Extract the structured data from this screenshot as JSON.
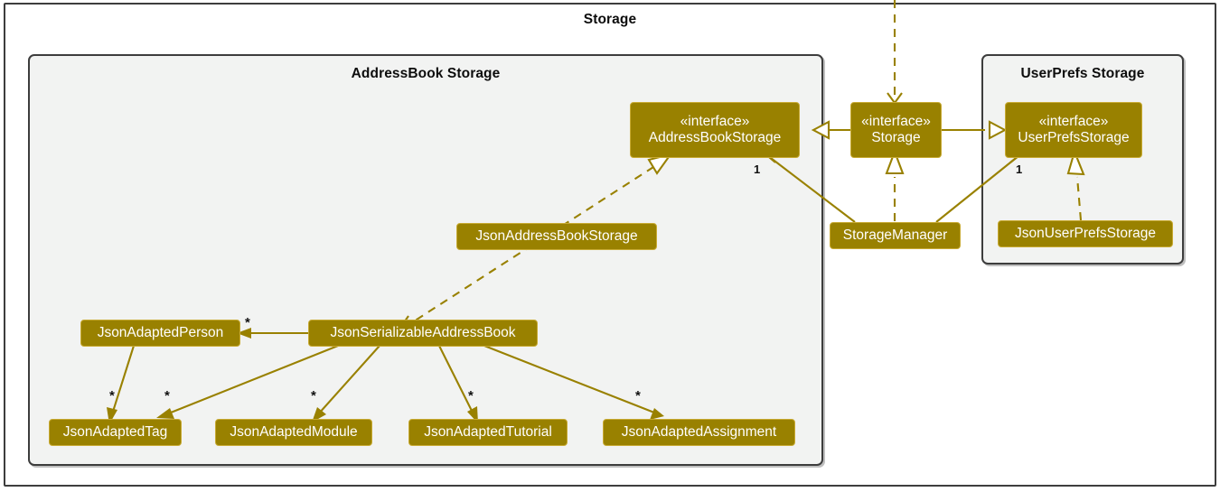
{
  "diagram": {
    "type": "uml-class-diagram",
    "title": "Storage",
    "accent_color": "#998100",
    "accent_border_color": "#c8aa33",
    "package_bg": "#f2f3f2",
    "frame_border_color": "#3d3d3d"
  },
  "packages": {
    "outer": {
      "title": "Storage"
    },
    "addressbook": {
      "title": "AddressBook Storage"
    },
    "userprefs": {
      "title": "UserPrefs Storage"
    }
  },
  "classes": {
    "address_book_storage": {
      "stereotype": "«interface»",
      "name": "AddressBookStorage"
    },
    "storage": {
      "stereotype": "«interface»",
      "name": "Storage"
    },
    "user_prefs_storage": {
      "stereotype": "«interface»",
      "name": "UserPrefsStorage"
    },
    "json_address_book_storage": {
      "name": "JsonAddressBookStorage"
    },
    "storage_manager": {
      "name": "StorageManager"
    },
    "json_user_prefs_storage": {
      "name": "JsonUserPrefsStorage"
    },
    "json_adapted_person": {
      "name": "JsonAdaptedPerson"
    },
    "json_serializable_address_book": {
      "name": "JsonSerializableAddressBook"
    },
    "json_adapted_tag": {
      "name": "JsonAdaptedTag"
    },
    "json_adapted_module": {
      "name": "JsonAdaptedModule"
    },
    "json_adapted_tutorial": {
      "name": "JsonAdaptedTutorial"
    },
    "json_adapted_assignment": {
      "name": "JsonAdaptedAssignment"
    }
  },
  "multiplicities": {
    "abs_to_storage_manager": "1",
    "ups_to_storage_manager": "1",
    "person_from_serializable": "*",
    "tag_from_person": "*",
    "tag_from_serializable": "*",
    "module_from_serializable": "*",
    "tutorial_from_serializable": "*",
    "assignment_from_serializable": "*"
  },
  "relationships": [
    {
      "from": "Storage",
      "to": "AddressBookStorage",
      "type": "generalization"
    },
    {
      "from": "Storage",
      "to": "UserPrefsStorage",
      "type": "generalization"
    },
    {
      "from": "StorageManager",
      "to": "Storage",
      "type": "realization"
    },
    {
      "from": "StorageManager",
      "to": "AddressBookStorage",
      "type": "association",
      "label": "1"
    },
    {
      "from": "StorageManager",
      "to": "UserPrefsStorage",
      "type": "association",
      "label": "1"
    },
    {
      "from": "JsonUserPrefsStorage",
      "to": "UserPrefsStorage",
      "type": "realization"
    },
    {
      "from": "JsonAddressBookStorage",
      "to": "AddressBookStorage",
      "type": "realization"
    },
    {
      "from": "JsonAddressBookStorage",
      "to": "JsonSerializableAddressBook",
      "type": "dependency"
    },
    {
      "from": "JsonSerializableAddressBook",
      "to": "JsonAdaptedPerson",
      "type": "association",
      "label": "*"
    },
    {
      "from": "JsonAdaptedPerson",
      "to": "JsonAdaptedTag",
      "type": "association",
      "label": "*"
    },
    {
      "from": "JsonSerializableAddressBook",
      "to": "JsonAdaptedTag",
      "type": "association",
      "label": "*"
    },
    {
      "from": "JsonSerializableAddressBook",
      "to": "JsonAdaptedModule",
      "type": "association",
      "label": "*"
    },
    {
      "from": "JsonSerializableAddressBook",
      "to": "JsonAdaptedTutorial",
      "type": "association",
      "label": "*"
    },
    {
      "from": "JsonSerializableAddressBook",
      "to": "JsonAdaptedAssignment",
      "type": "association",
      "label": "*"
    },
    {
      "from": "external",
      "to": "Storage",
      "type": "dependency"
    }
  ]
}
